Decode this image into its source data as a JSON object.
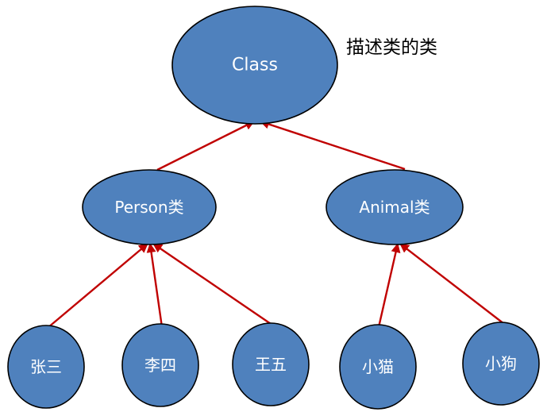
{
  "diagram": {
    "caption": "描述类的类",
    "nodes": {
      "class": "Class",
      "person": "Person类",
      "animal": "Animal类",
      "zhangsan": "张三",
      "lisi": "李四",
      "wangwu": "王五",
      "xiaomao": "小猫",
      "xiaogou": "小狗"
    },
    "edges": [
      {
        "from": "person",
        "to": "class"
      },
      {
        "from": "animal",
        "to": "class"
      },
      {
        "from": "zhangsan",
        "to": "person"
      },
      {
        "from": "lisi",
        "to": "person"
      },
      {
        "from": "wangwu",
        "to": "person"
      },
      {
        "from": "xiaomao",
        "to": "animal"
      },
      {
        "from": "xiaogou",
        "to": "animal"
      }
    ],
    "colors": {
      "node_fill": "#4f81bd",
      "node_outline": "#000000",
      "edge": "#c00000",
      "label": "#ffffff"
    }
  }
}
